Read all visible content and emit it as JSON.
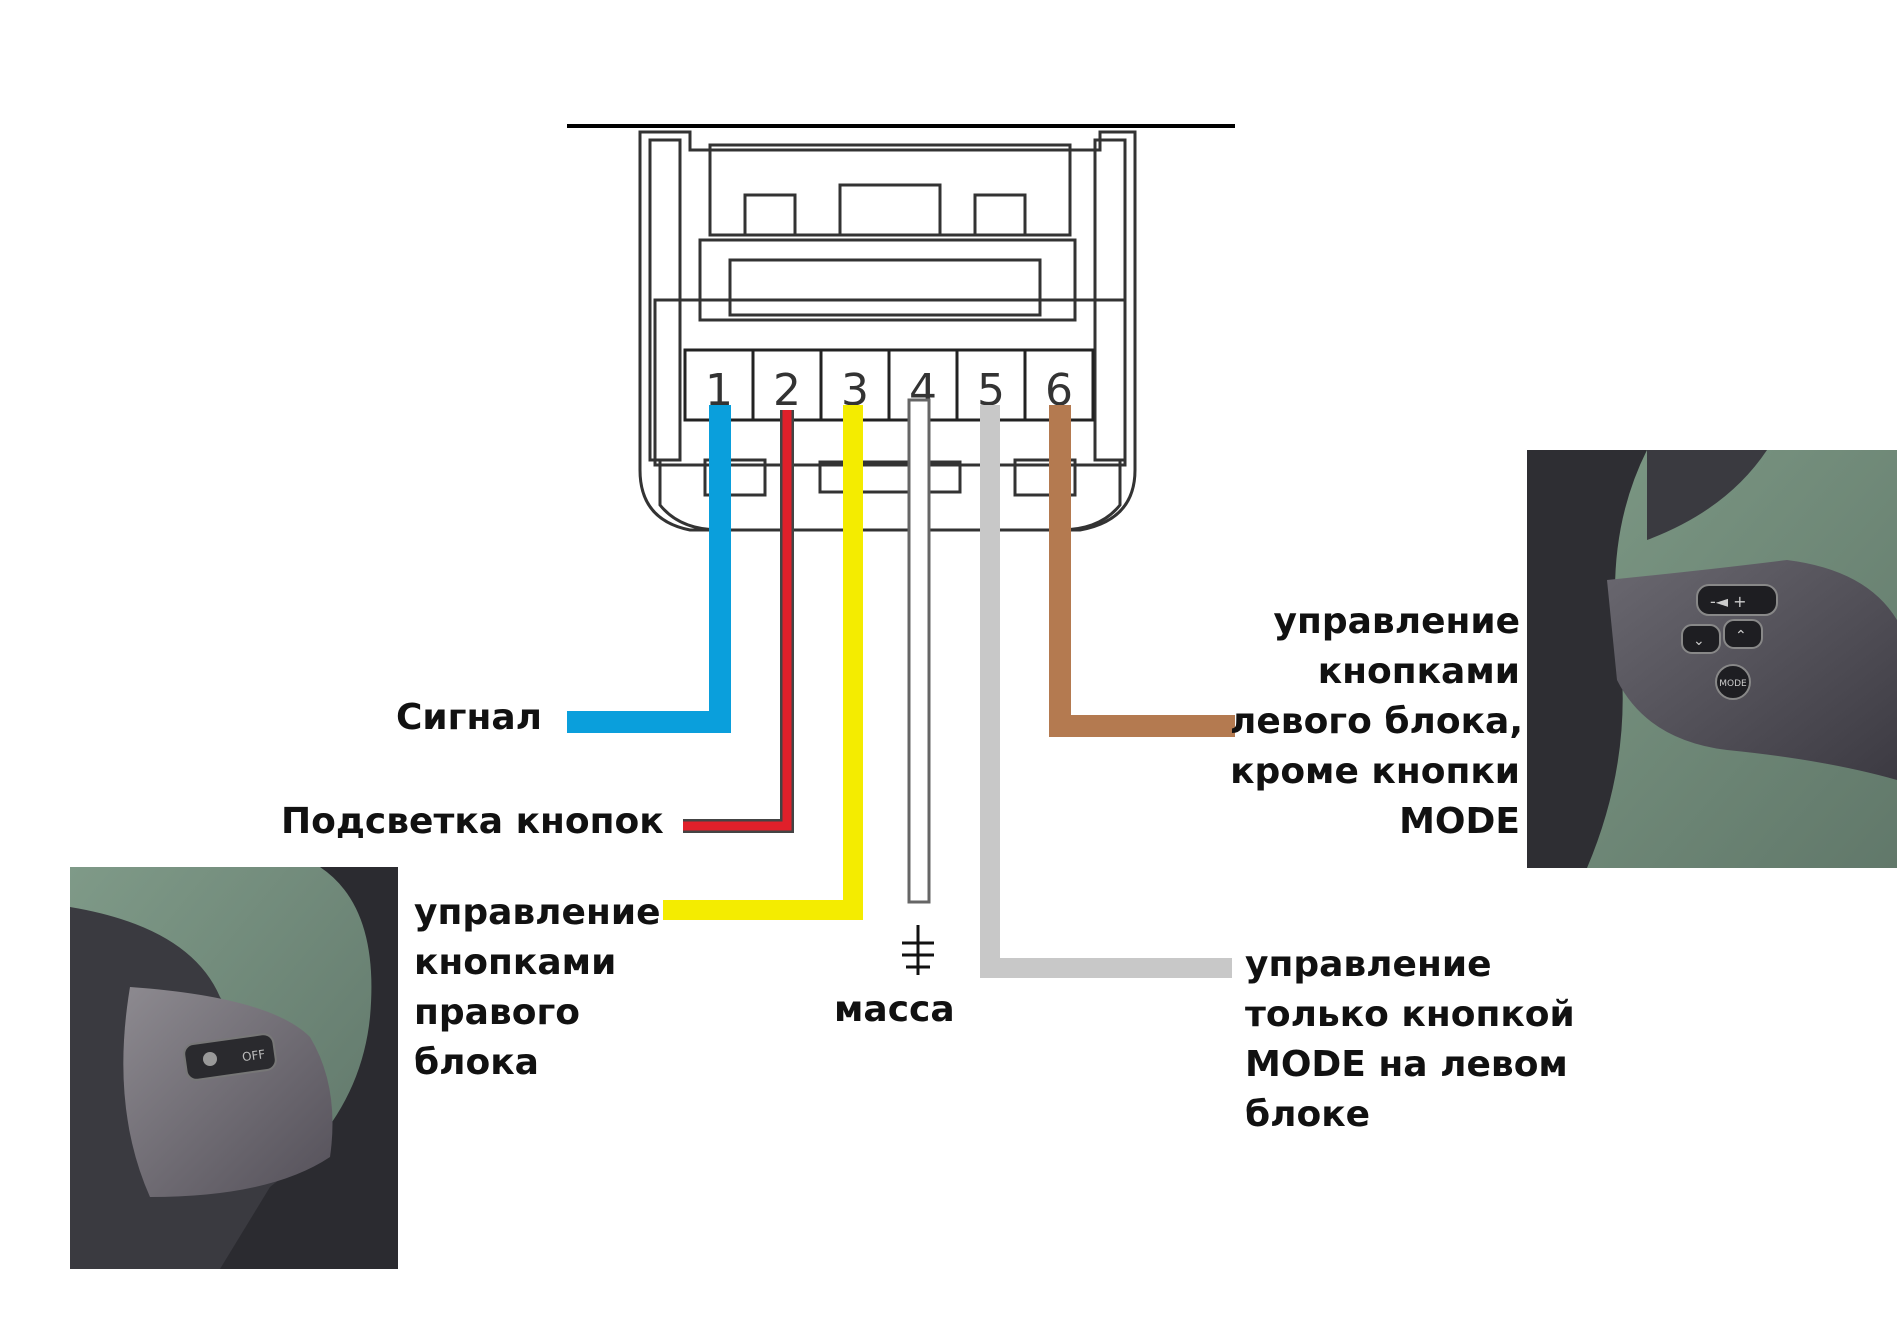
{
  "connector": {
    "pins": [
      {
        "number": "1",
        "wire_color": "#0a9fdc"
      },
      {
        "number": "2",
        "wire_color": "#e0202a"
      },
      {
        "number": "3",
        "wire_color": "#f4ec00"
      },
      {
        "number": "4",
        "wire_color": "#ffffff"
      },
      {
        "number": "5",
        "wire_color": "#c8c8c8"
      },
      {
        "number": "6",
        "wire_color": "#b47a50"
      }
    ]
  },
  "labels": {
    "signal": "Сигнал",
    "backlight": "Подсветка кнопок",
    "right_block": [
      "управление",
      "кнопками",
      "правого",
      "блока"
    ],
    "ground": "масса",
    "left_block_except_mode": [
      "управление",
      "кнопками",
      "левого блока,",
      "кроме кнопки",
      "MODE"
    ],
    "mode_only": [
      "управление",
      "только кнопкой",
      "MODE на левом",
      "блоке"
    ]
  },
  "photos": {
    "right_block_photo": {
      "icon": "steering-wheel-right-switch",
      "buttons": [
        "OFF"
      ]
    },
    "left_block_photo": {
      "icon": "steering-wheel-left-switch",
      "buttons": [
        "MODE"
      ]
    }
  },
  "colors": {
    "blue": "#0a9fdc",
    "red": "#e0202a",
    "yellow": "#f4ec00",
    "white": "#ffffff",
    "gray": "#c8c8c8",
    "brown": "#b47a50"
  }
}
